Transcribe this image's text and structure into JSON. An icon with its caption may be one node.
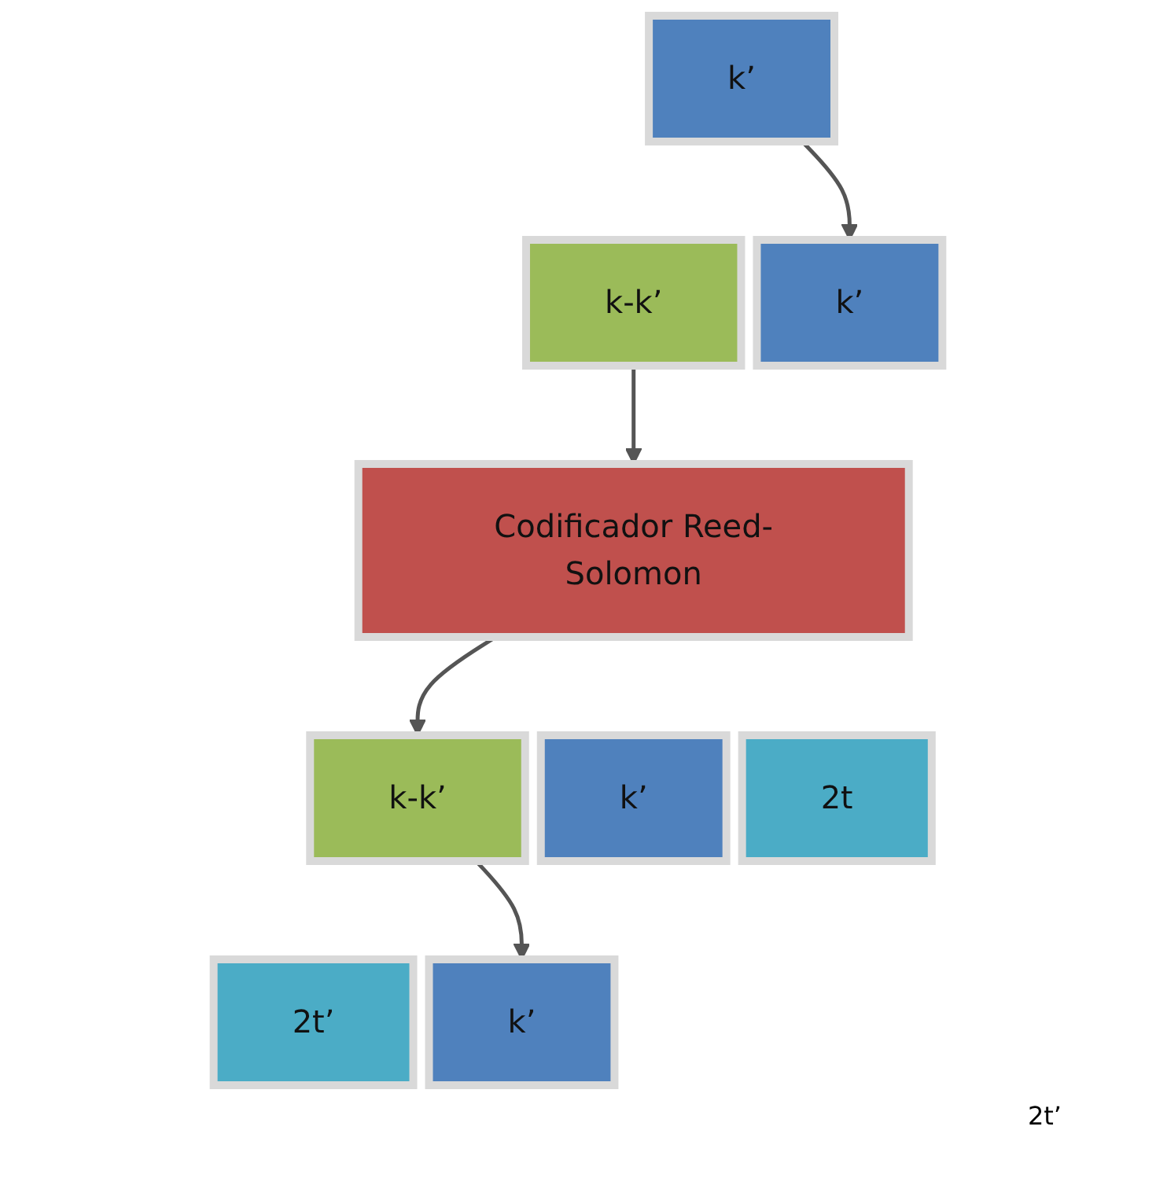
{
  "diagram": {
    "nodes": [
      {
        "text": [
          "k’"
        ]
      },
      {
        "text": [
          "k-k’"
        ]
      },
      {
        "text": [
          "k’"
        ]
      },
      {
        "text": [
          "Codificador Reed-Solomon"
        ]
      },
      {
        "text": [
          "k-k’"
        ]
      },
      {
        "text": [
          "k’"
        ]
      },
      {
        "text": [
          "2t"
        ]
      },
      {
        "text": [
          "k’"
        ]
      },
      {
        "text": [
          "2t’"
        ]
      }
    ],
    "edges": [
      {
        "from": 0,
        "to": 2,
        "arrow": "to"
      },
      {
        "from": 1,
        "to": 3,
        "arrow": "to"
      },
      {
        "from": 3,
        "to": 4,
        "arrow": "to"
      },
      {
        "from": 4,
        "to": 7,
        "arrow": "to"
      }
    ],
    "labels": [
      "2t’"
    ]
  }
}
